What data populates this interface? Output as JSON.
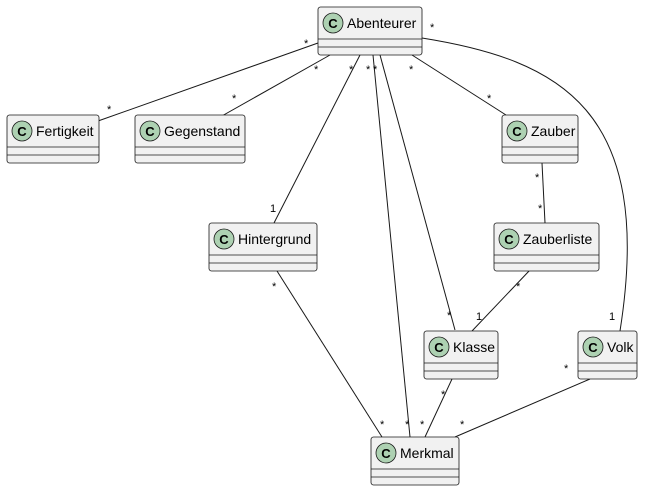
{
  "colors": {
    "class_fill": "#f1f1f1",
    "class_border": "#181818",
    "circle_fill": "#add1b2",
    "line": "#181818"
  },
  "class_icon": "class-stereotype-circle-icon",
  "stereotype_letter": "C",
  "classes": {
    "abenteurer": "Abenteurer",
    "fertigkeit": "Fertigkeit",
    "gegenstand": "Gegenstand",
    "zauber": "Zauber",
    "hintergrund": "Hintergrund",
    "zauberliste": "Zauberliste",
    "klasse": "Klasse",
    "volk": "Volk",
    "merkmal": "Merkmal"
  },
  "multiplicities": {
    "ab_fert_src": "*",
    "ab_fert_dst": "*",
    "ab_geg_src": "*",
    "ab_geg_dst": "*",
    "ab_hint_src": "*",
    "ab_hint_dst": "1",
    "ab_merk_src": "*",
    "ab_merk_dst": "*",
    "ab_klas_src": "*",
    "ab_klas_dst": "*",
    "ab_zaub_src": "*",
    "ab_zaub_dst": "*",
    "ab_volk_src": "*",
    "ab_volk_dst": "1",
    "zaub_zl_src": "*",
    "zaub_zl_dst": "*",
    "zl_klas_src": "*",
    "zl_klas_dst": "1",
    "hint_merk_src": "*",
    "hint_merk_dst": "*",
    "klas_merk_src": "*",
    "klas_merk_dst": "*",
    "volk_merk_src": "*",
    "volk_merk_dst": "*"
  }
}
